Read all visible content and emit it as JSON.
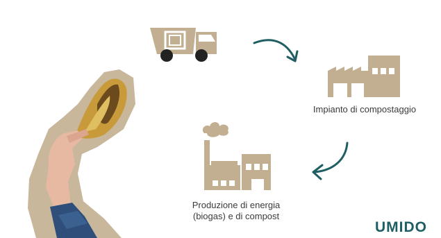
{
  "steps": {
    "impianto_label": "Impianto di compostaggio",
    "produzione_line1": "Produzione di energia",
    "produzione_line2": "(biogas) e di compost"
  },
  "brand": {
    "name": "UMIDO"
  },
  "icons": {
    "truck": "garbage-truck-icon",
    "plant": "composting-plant-icon",
    "factory": "biogas-factory-icon",
    "arrow": "curved-arrow-icon",
    "photo": "hand-holding-banana-peel"
  },
  "colors": {
    "icon_fill": "#c2ae91",
    "arrow": "#1f5e63",
    "brand": "#1f5e63",
    "text": "#3a3a3a",
    "wheel": "#222222"
  }
}
